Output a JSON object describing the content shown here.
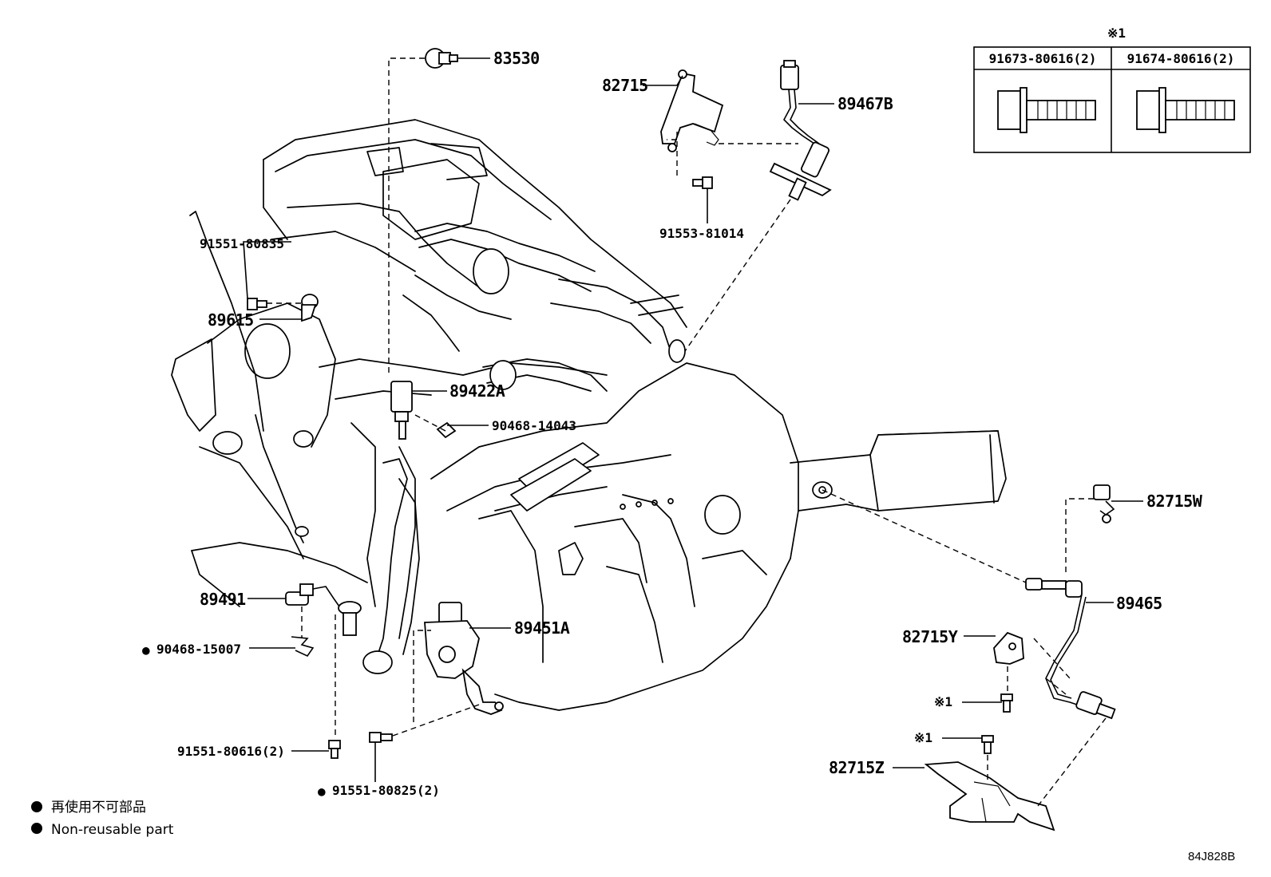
{
  "parts": {
    "p83530": "83530",
    "p82715": "82715",
    "p89467b": "89467B",
    "p91553": "91553-81014",
    "p91551_80835": "91551-80835",
    "p89615": "89615",
    "p89422a": "89422A",
    "p90468_14043": "90468-14043",
    "p82715w": "82715W",
    "p89465": "89465",
    "p82715y": "82715Y",
    "p89491": "89491",
    "p89451a": "89451A",
    "p90468_15007": "90468-15007",
    "p91551_80616": "91551-80616(2)",
    "p91551_80825": "91551-80825(2)",
    "p82715z": "82715Z"
  },
  "markers": {
    "note1": "※1",
    "note1_a": "※1",
    "note1_b": "※1",
    "bullet": "●"
  },
  "table": {
    "title": "※1",
    "col1": "91673-80616(2)",
    "col2": "91674-80616(2)"
  },
  "legend": {
    "jp": "再使用不可部品",
    "en": "Non-reusable part"
  },
  "diagram_id": "84J828B"
}
